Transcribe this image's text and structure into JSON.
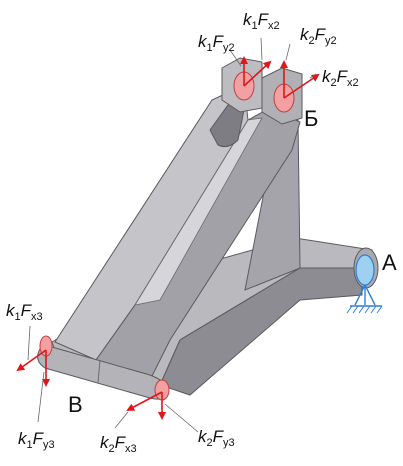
{
  "labels": {
    "point_A": "А",
    "point_B": "Б",
    "point_V": "В"
  },
  "forces": {
    "k1Fy2": {
      "coef": "k",
      "coef_sub": "1",
      "force": "F",
      "force_sub": "y2"
    },
    "k1Fx2": {
      "coef": "k",
      "coef_sub": "1",
      "force": "F",
      "force_sub": "x2"
    },
    "k2Fy2": {
      "coef": "k",
      "coef_sub": "2",
      "force": "F",
      "force_sub": "y2"
    },
    "k2Fx2": {
      "coef": "k",
      "coef_sub": "2",
      "force": "F",
      "force_sub": "x2"
    },
    "k1Fx3": {
      "coef": "k",
      "coef_sub": "1",
      "force": "F",
      "force_sub": "x3"
    },
    "k1Fy3": {
      "coef": "k",
      "coef_sub": "1",
      "force": "F",
      "force_sub": "y3"
    },
    "k2Fx3": {
      "coef": "k",
      "coef_sub": "2",
      "force": "F",
      "force_sub": "x3"
    },
    "k2Fy3": {
      "coef": "k",
      "coef_sub": "2",
      "force": "F",
      "force_sub": "y3"
    }
  },
  "colors": {
    "part_light": "#c9c9cd",
    "part_mid": "#a9a9ae",
    "part_dark": "#86868c",
    "edge": "#5a5a60",
    "load_arrow": "#e0161b",
    "load_face": "#f2a0a2",
    "support": "#2f7fd6",
    "support_face": "#9ed0f2"
  }
}
